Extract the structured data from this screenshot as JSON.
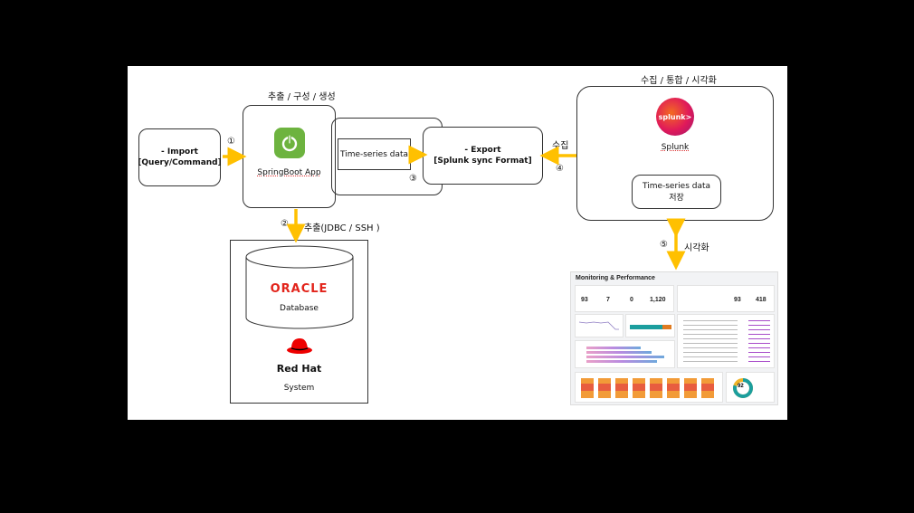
{
  "labels": {
    "extract_compose_generate": "추출 / 구성 / 생성",
    "collect_integrate_visualize": "수집 / 통합 / 시각화",
    "collect": "수집",
    "extract_jdbc": "추출(JDBC / SSH )",
    "visualize": "시각화"
  },
  "steps": {
    "s1": "①",
    "s2": "②",
    "s3": "③",
    "s4": "④",
    "s5": "⑤"
  },
  "boxes": {
    "import_line1": "- Import",
    "import_line2": "[Query/Command]",
    "springboot": "SpringBoot App",
    "timeseries": "Time-series data",
    "export_line1": "- Export",
    "export_line2": "[Splunk sync Format]",
    "splunk_logo": "splunk>",
    "splunk": "Splunk",
    "storage_line1": "Time-series data",
    "storage_line2": "저장",
    "oracle": "ORACLE",
    "database": "Database",
    "redhat": "Red Hat",
    "system": "System"
  },
  "dashboard": {
    "title": "Monitoring & Performance",
    "kpis": [
      "93",
      "7",
      "0",
      "1,120",
      "93",
      "418"
    ],
    "donut_value": "92"
  },
  "colors": {
    "arrow": "#FFC000",
    "spring_green": "#6DB33F",
    "splunk_pink": "#E0195A",
    "oracle_red": "#E2231A",
    "redhat_red": "#EE0000"
  }
}
